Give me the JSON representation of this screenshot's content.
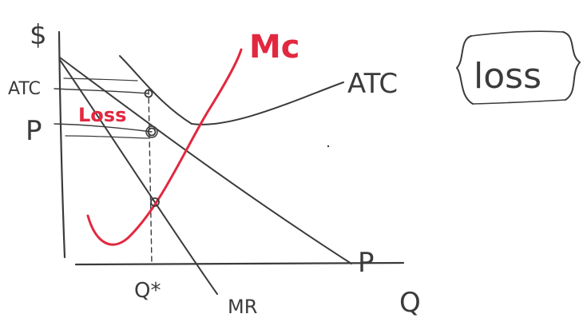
{
  "colors": {
    "ink": "#3b3b3b",
    "red": "#e2283f"
  },
  "labels": {
    "y_axis": "$",
    "x_axis": "Q",
    "atc_tick": "ATC",
    "p_tick": "P",
    "qstar_tick": "Q*",
    "mc_curve": "Mc",
    "atc_curve": "ATC",
    "demand_curve": "P",
    "mr_curve": "MR",
    "loss_area": "Loss",
    "loss_box": "loss"
  }
}
